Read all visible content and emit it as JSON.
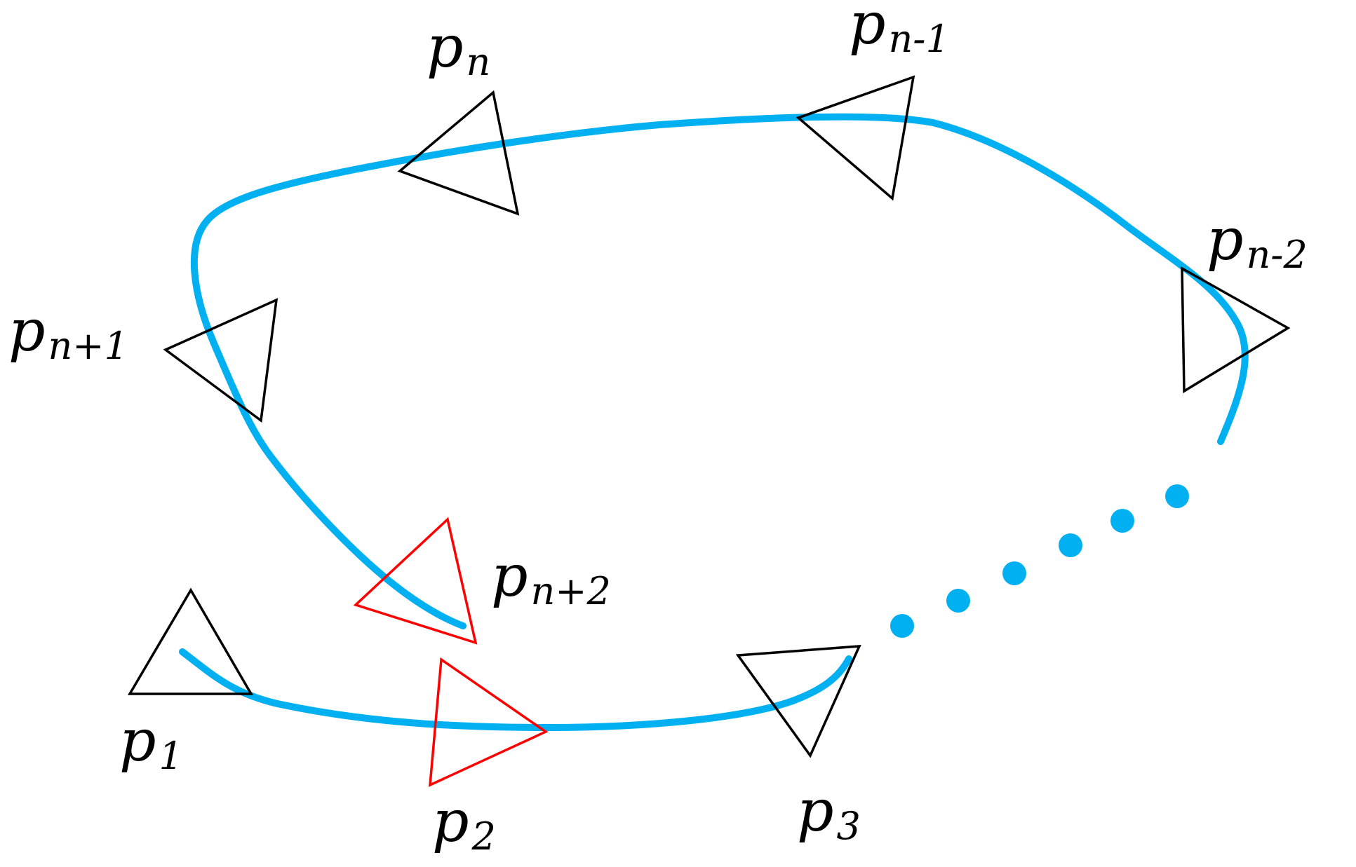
{
  "colors": {
    "trajectory": "#00b0f0",
    "pose_default": "#000000",
    "pose_highlight": "#ff0000",
    "label": "#000000",
    "background": "#ffffff"
  },
  "poses": [
    {
      "id": "p1",
      "symbol": "p",
      "subscript": "1",
      "highlight": false
    },
    {
      "id": "p2",
      "symbol": "p",
      "subscript": "2",
      "highlight": true
    },
    {
      "id": "p3",
      "symbol": "p",
      "subscript": "3",
      "highlight": false
    },
    {
      "id": "pn-2",
      "symbol": "p",
      "subscript": "n-2",
      "highlight": false
    },
    {
      "id": "pn-1",
      "symbol": "p",
      "subscript": "n-1",
      "highlight": false
    },
    {
      "id": "pn",
      "symbol": "p",
      "subscript": "n",
      "highlight": false
    },
    {
      "id": "pn+1",
      "symbol": "p",
      "subscript": "n+1",
      "highlight": false
    },
    {
      "id": "pn+2",
      "symbol": "p",
      "subscript": "n+2",
      "highlight": true
    }
  ]
}
